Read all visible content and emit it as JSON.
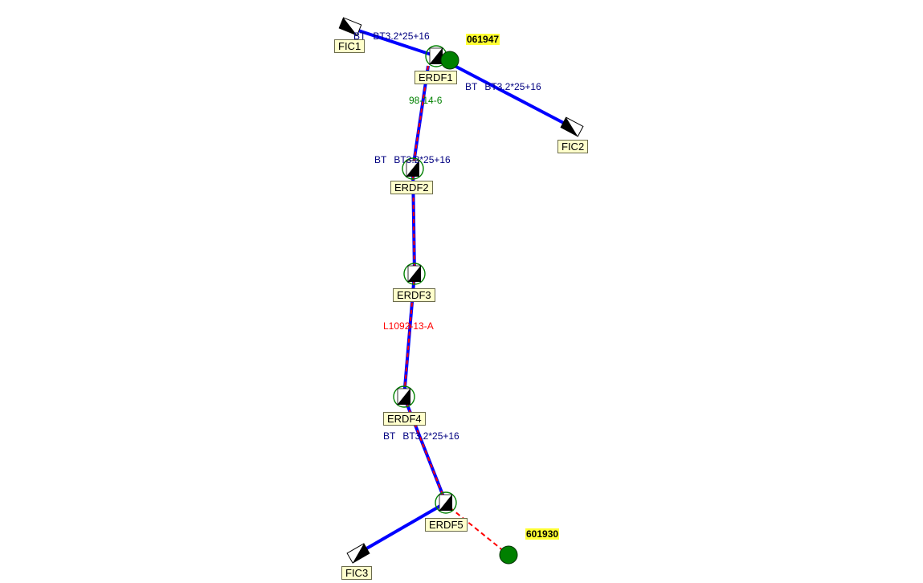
{
  "colors": {
    "cable_blue": "#0000ff",
    "dash_red": "#ff0000",
    "node_green": "#008000",
    "label_bg": "#ffffcc",
    "id_highlight": "#ffff33",
    "cable_text": "#000080",
    "green_text": "#008000",
    "red_text": "#ff0000"
  },
  "nodes": {
    "fic1": "FIC1",
    "fic2": "FIC2",
    "fic3": "FIC3",
    "erdf1": "ERDF1",
    "erdf2": "ERDF2",
    "erdf3": "ERDF3",
    "erdf4": "ERDF4",
    "erdf5": "ERDF5"
  },
  "points": {
    "p1": "061947",
    "p2": "601930"
  },
  "cables": {
    "fic1_erdf1": {
      "type": "BT",
      "section": "BT3.2*25+16"
    },
    "erdf1_fic2": {
      "type": "BT",
      "section": "BT3.2*25+16"
    },
    "erdf1_erdf2": {
      "ref": "98-14-6"
    },
    "erdf2": {
      "type": "BT",
      "section": "BT3.2*25+16"
    },
    "erdf3_erdf4": {
      "ref": "L1092-13-A"
    },
    "erdf4_erdf5": {
      "type": "BT",
      "section": "BT3.2*25+16"
    }
  },
  "icons": {
    "cabinet": "split-triangle-cabinet-icon",
    "junction": "circled-split-triangle-icon",
    "point": "green-dot-icon"
  }
}
